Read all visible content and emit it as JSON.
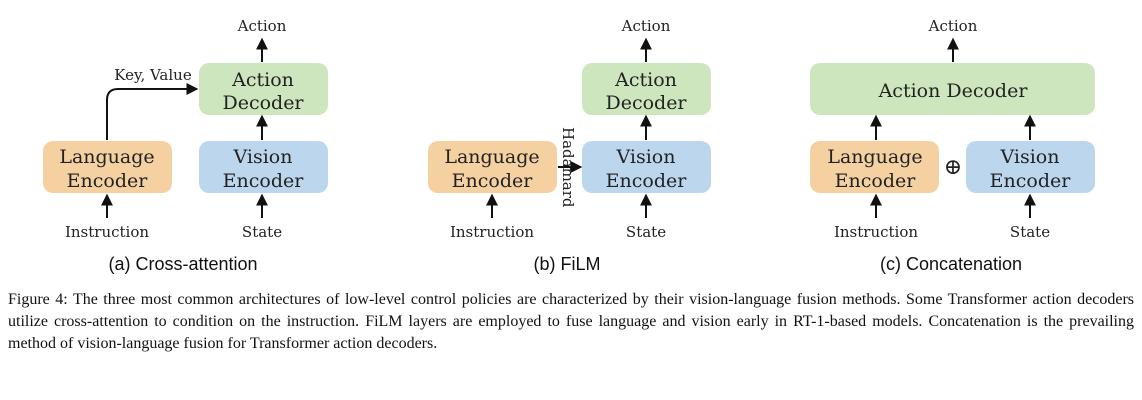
{
  "panel_a": {
    "caption": "(a) Cross-attention",
    "output_label": "Action",
    "decoder": [
      "Action",
      "Decoder"
    ],
    "language_encoder": [
      "Language",
      "Encoder"
    ],
    "vision_encoder": [
      "Vision",
      "Encoder"
    ],
    "kv_label": "Key, Value",
    "input_left": "Instruction",
    "input_right": "State"
  },
  "panel_b": {
    "caption": "(b) FiLM",
    "output_label": "Action",
    "decoder": [
      "Action",
      "Decoder"
    ],
    "language_encoder": [
      "Language",
      "Encoder"
    ],
    "vision_encoder": [
      "Vision",
      "Encoder"
    ],
    "fusion_label": "Hadamard",
    "input_left": "Instruction",
    "input_right": "State"
  },
  "panel_c": {
    "caption": "(c) Concatenation",
    "output_label": "Action",
    "decoder": "Action Decoder",
    "language_encoder": [
      "Language",
      "Encoder"
    ],
    "vision_encoder": [
      "Vision",
      "Encoder"
    ],
    "fusion_symbol": "⊕",
    "input_left": "Instruction",
    "input_right": "State"
  },
  "colors": {
    "decoder": "#cde6bd",
    "language_encoder": "#f5d1a1",
    "vision_encoder": "#bcd7ed",
    "arrow": "#111111"
  },
  "figure_caption": "Figure 4: The three most common architectures of low-level control policies are characterized by their vision-language fusion methods. Some Transformer action decoders utilize cross-attention to condition on the instruction. FiLM layers are employed to fuse language and vision early in RT-1-based models. Concatenation is the prevailing method of vision-language fusion for Transformer action decoders."
}
